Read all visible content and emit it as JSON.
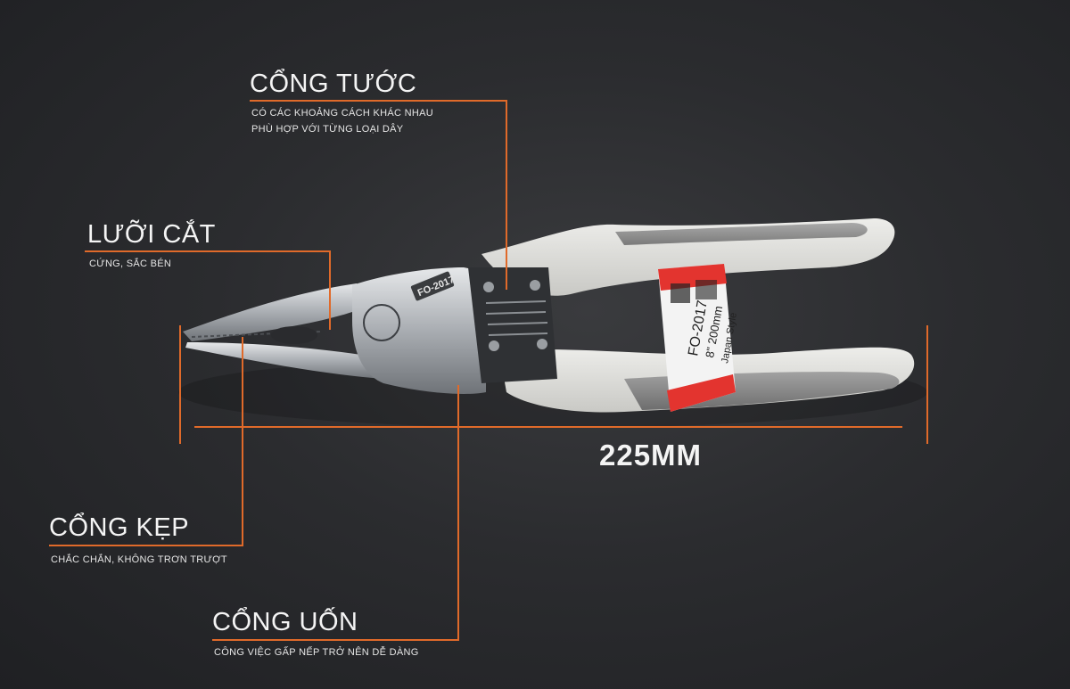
{
  "colors": {
    "accent_line": "#e06a2a",
    "background": "#2d2e31",
    "handle_light": "#d9d9d6",
    "handle_grey": "#8e8e8e",
    "metal": "#b9bcc0",
    "tag_red": "#e3342f"
  },
  "annotations": {
    "cong_tuoc": {
      "title": "CỔNG TƯỚC",
      "desc_lines": [
        "CÓ CÁC KHOẢNG CÁCH KHÁC NHAU",
        "PHÙ HỢP VỚI TỪNG LOẠI DÂY"
      ]
    },
    "luoi_cat": {
      "title": "LƯỠI CẮT",
      "desc": "CỨNG, SẮC BÉN"
    },
    "cong_kep": {
      "title": "CỔNG KẸP",
      "desc": "CHẮC CHẮN, KHÔNG TRƠN TRƯỢT"
    },
    "cong_uon": {
      "title": "CỔNG UỐN",
      "desc": "CÔNG VIỆC GẤP NẾP TRỞ NÊN DỄ DÀNG"
    }
  },
  "dimension": {
    "label": "225MM"
  },
  "product": {
    "model_stamp": "FO-2017",
    "tag_lines": [
      "FO-2017",
      "8\" 200mm",
      "Japan Style"
    ]
  }
}
